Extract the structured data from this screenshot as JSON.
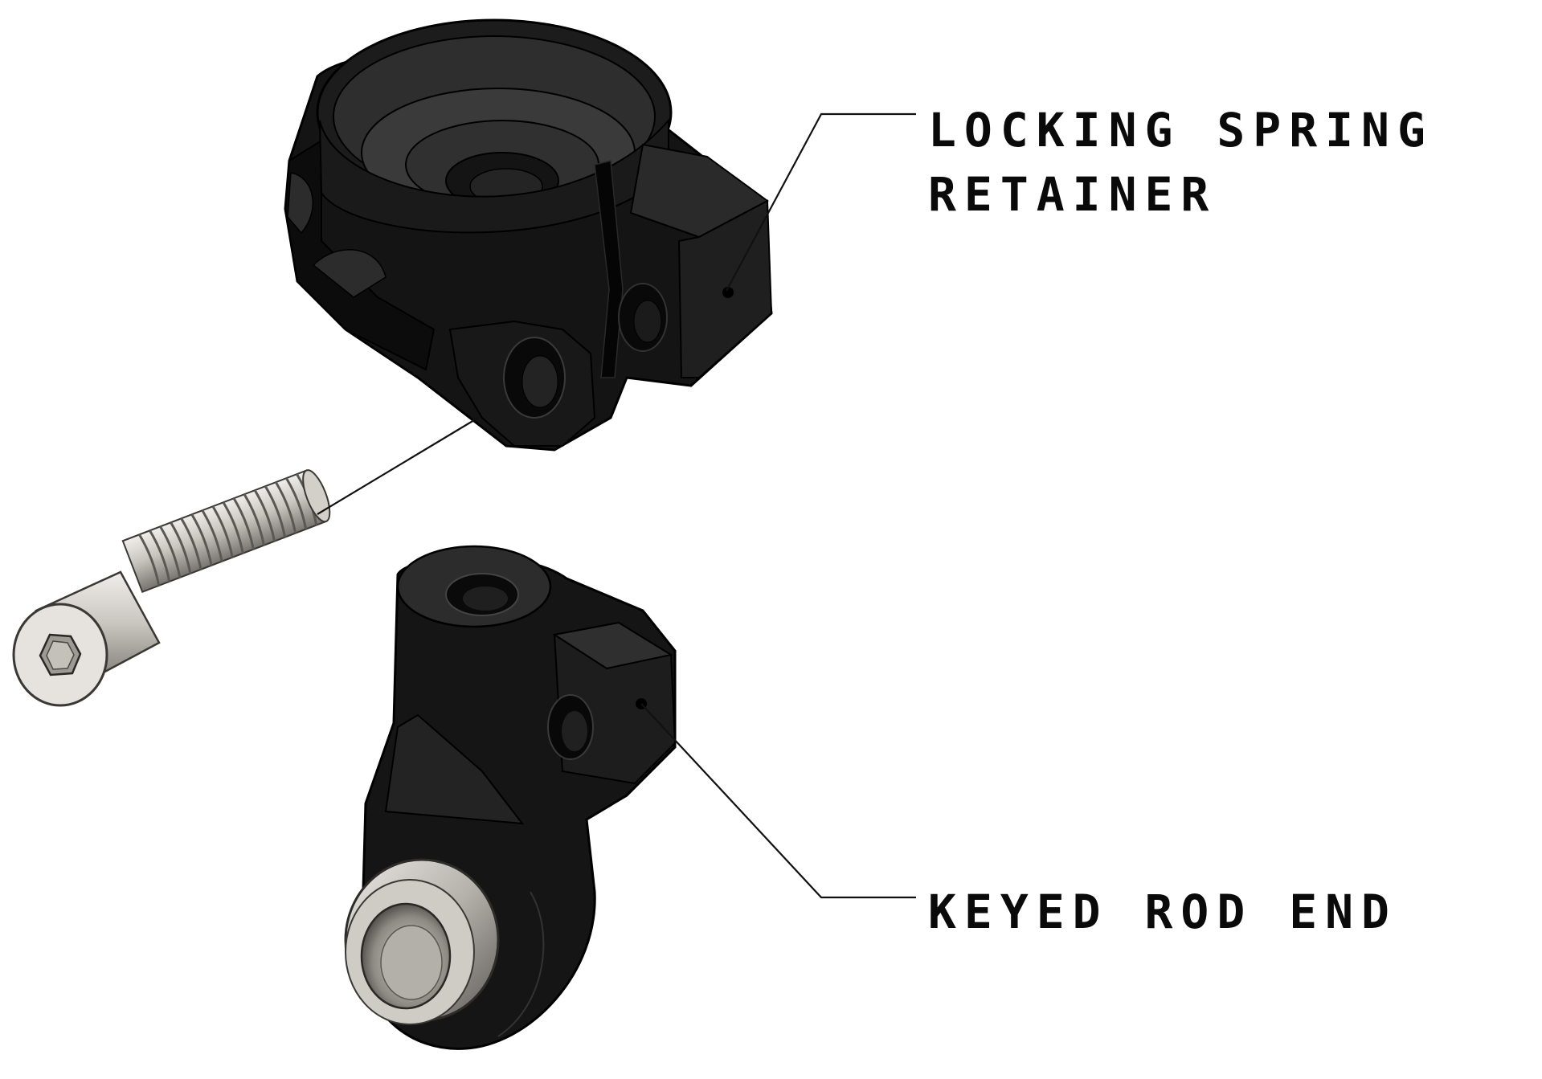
{
  "labels": {
    "locking_spring_retainer": {
      "line1": "LOCKING SPRING",
      "line2": "RETAINER"
    },
    "keyed_rod_end": {
      "line1": "KEYED ROD END"
    }
  },
  "colors": {
    "background": "#ffffff",
    "part_black": "#141414",
    "part_dark_face": "#262626",
    "part_mid_face": "#3a3a3a",
    "metal_light": "#d8d6d1",
    "metal_mid": "#a9a6a0",
    "metal_dark": "#6e6b66",
    "leader_line": "#111111"
  }
}
